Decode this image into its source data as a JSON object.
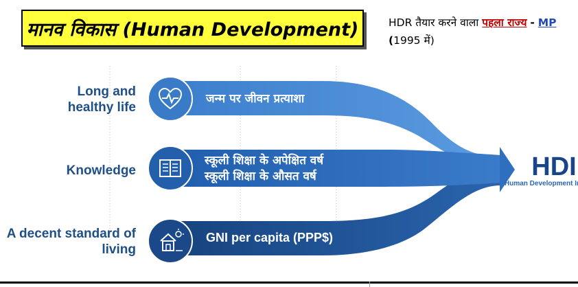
{
  "title": "मानव विकास (Human Development)",
  "note": {
    "prefix": "HDR तैयार करने वाला",
    "highlight": "पहला राज्य",
    "dash": "-",
    "state": "MP",
    "year_open": "(",
    "year": "1995 में",
    "year_close": ")"
  },
  "dimensions": [
    {
      "label": "Long and healthy life",
      "icon": "heart-pulse-icon",
      "band_text": [
        "जन्म पर जीवन प्रत्याशा"
      ]
    },
    {
      "label": "Knowledge",
      "icon": "book-icon",
      "band_text": [
        "स्कूली शिक्षा के अपेक्षित वर्ष",
        "स्कूली शिक्षा के औसत वर्ष"
      ]
    },
    {
      "label": "A decent standard of living",
      "icon": "house-icon",
      "band_text": [
        "GNI per capita (PPP$)"
      ]
    }
  ],
  "hdi": {
    "abbr": "HDI",
    "name": "Human Development Index"
  },
  "colors": {
    "title_bg": "#ffff3c",
    "top_band": "#4a8ed8",
    "mid_band": "#2f6fc0",
    "bottom_band": "#1c4f93",
    "label": "#1e4f87",
    "highlight": "#c00000",
    "link": "#1f49b6"
  }
}
